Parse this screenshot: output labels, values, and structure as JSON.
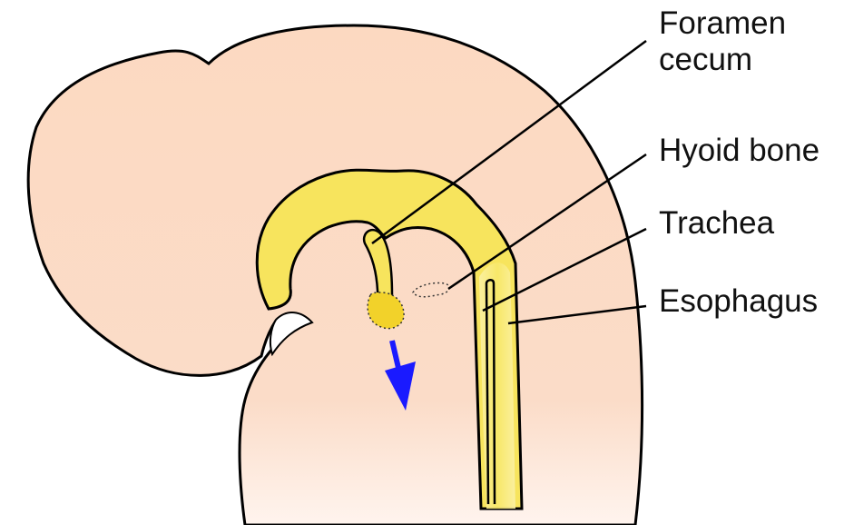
{
  "labels": {
    "foramen_cecum_line1": "Foramen",
    "foramen_cecum_line2": "cecum",
    "hyoid_bone": "Hyoid bone",
    "trachea": "Trachea",
    "esophagus": "Esophagus"
  },
  "colors": {
    "embryo_skin": "#fbd9c2",
    "gut_tube_yellow": "#f7e25a",
    "gut_tube_light": "#fbf0a8",
    "thyroid_yellow": "#f2d22a",
    "arrow_blue": "#1a1aff",
    "outline": "#000000"
  },
  "annotations": {
    "migration_arrow": "descent-of-thyroid-arrow-icon"
  }
}
